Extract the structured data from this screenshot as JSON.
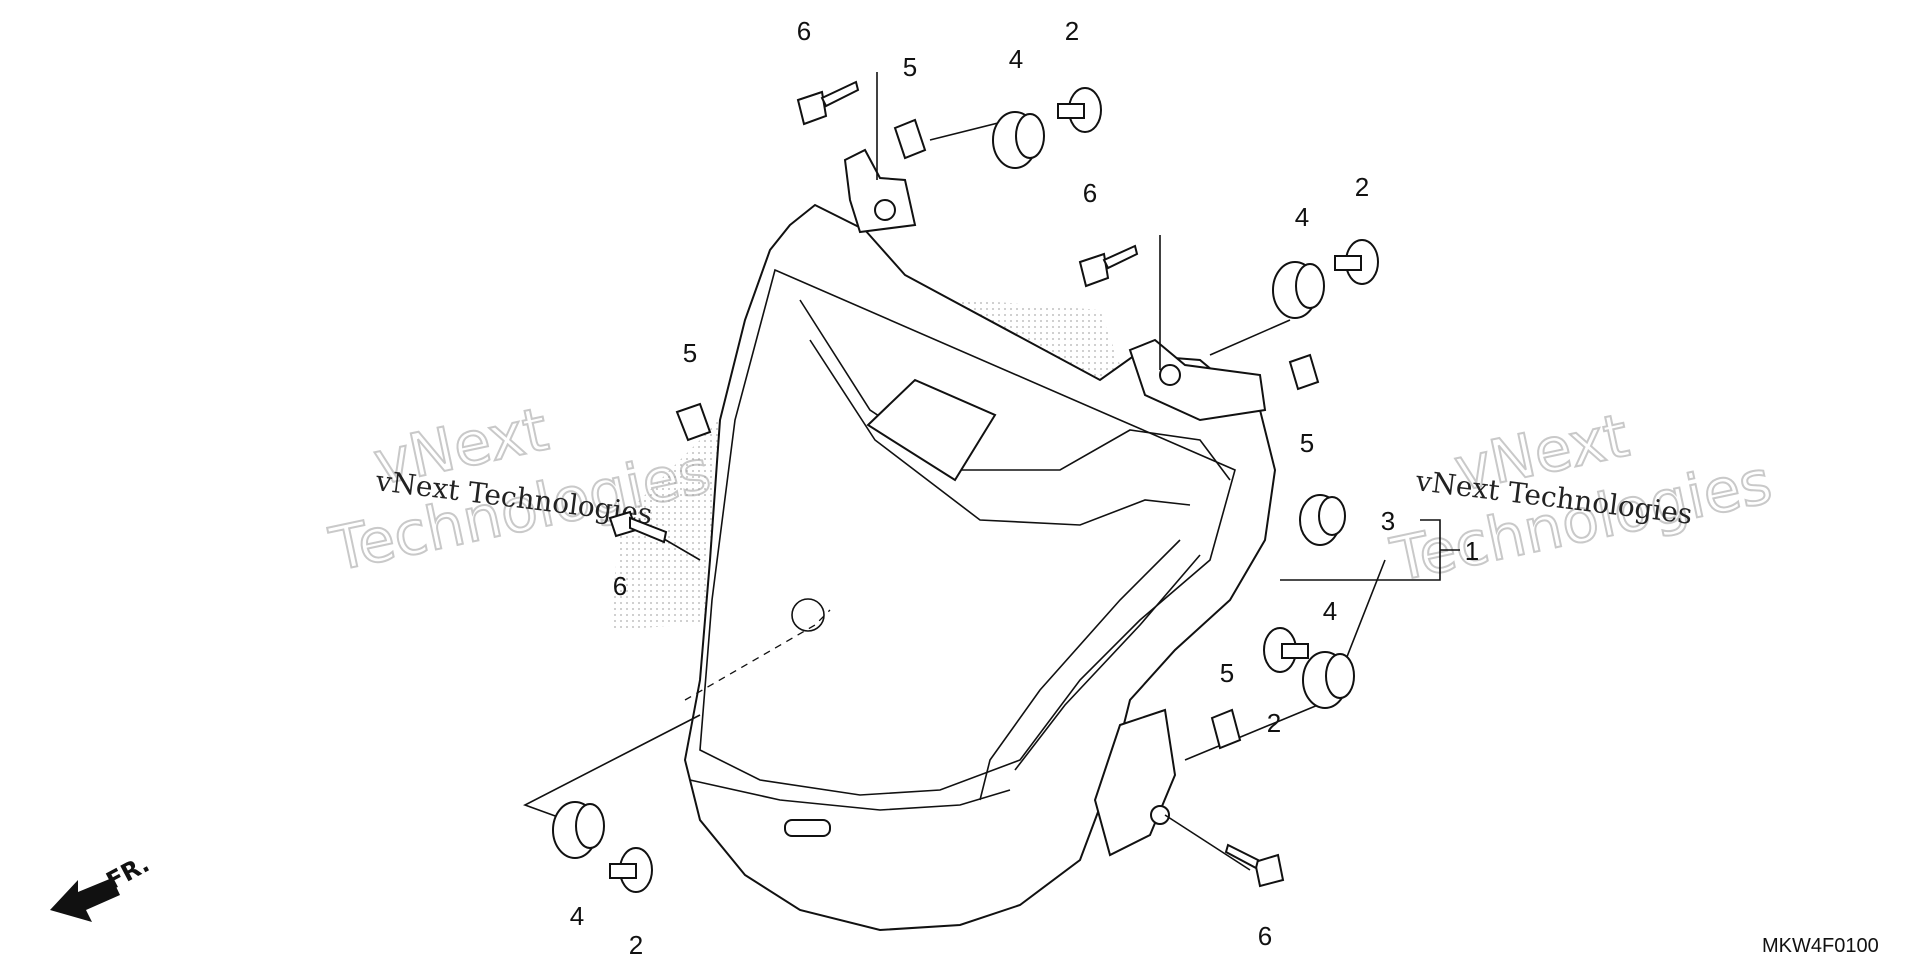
{
  "diagram": {
    "code": "MKW4F0100",
    "front_marker": "FR.",
    "watermark_small": "vNext Technologies",
    "watermark_big_line1": "vNext",
    "watermark_big_line2": "Technologies",
    "callouts": {
      "c1": "1",
      "c2a": "2",
      "c2b": "2",
      "c2c": "2",
      "c2d": "2",
      "c3": "3",
      "c4a": "4",
      "c4b": "4",
      "c4c": "4",
      "c4d": "4",
      "c5a": "5",
      "c5b": "5",
      "c5c": "5",
      "c5d": "5",
      "c6a": "6",
      "c6b": "6",
      "c6c": "6",
      "c6d": "6"
    }
  }
}
